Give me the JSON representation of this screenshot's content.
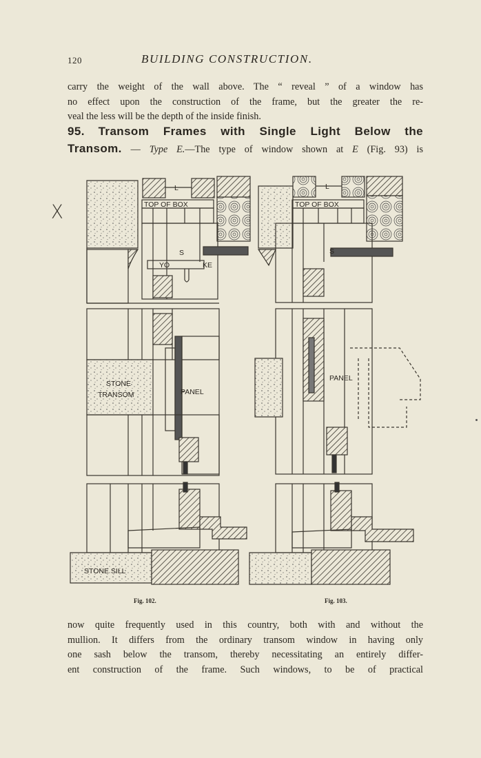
{
  "running_head": {
    "page_number": "120",
    "title": "BUILDING CONSTRUCTION."
  },
  "paragraph_1": {
    "lines": [
      "carry the weight of the wall above.  The “ reveal ” of a window has",
      "no effect upon the construction of the frame, but the greater the re-",
      "veal the less will be the depth of the inside finish."
    ]
  },
  "section": {
    "number": "95.",
    "title_line_1": "Transom Frames with Single Light Below the",
    "title_line_2": "Transom.",
    "dash_1": " — ",
    "type_label": "Type E.",
    "lead_text": "—The type of window shown at ",
    "letter": "E",
    "ref": " (Fig. 93) is"
  },
  "margin_mark": "X",
  "figure": {
    "labels": {
      "l_left": "L",
      "top_of_box_left": "TOP OF BOX",
      "s_left": "S",
      "yoke_left_a": "YO",
      "yoke_left_b": "KE",
      "stone_transom_1": "STONE",
      "stone_transom_2": "TRANSOM",
      "panel_left": "PANEL",
      "stone_sill": "STONE SILL",
      "l_right": "L",
      "top_of_box_right": "TOP OF BOX",
      "s_right": "S",
      "panel_right": "PANEL"
    },
    "captions": [
      "Fig. 102.",
      "Fig. 103."
    ]
  },
  "paragraph_2": {
    "lines": [
      "now quite frequently used in this country, both with and without the",
      "mullion.  It differs from the ordinary transom window in having only",
      "one sash below the transom, thereby necessitating an entirely differ-",
      "ent construction of the frame.  Such windows, to be of practical"
    ]
  }
}
